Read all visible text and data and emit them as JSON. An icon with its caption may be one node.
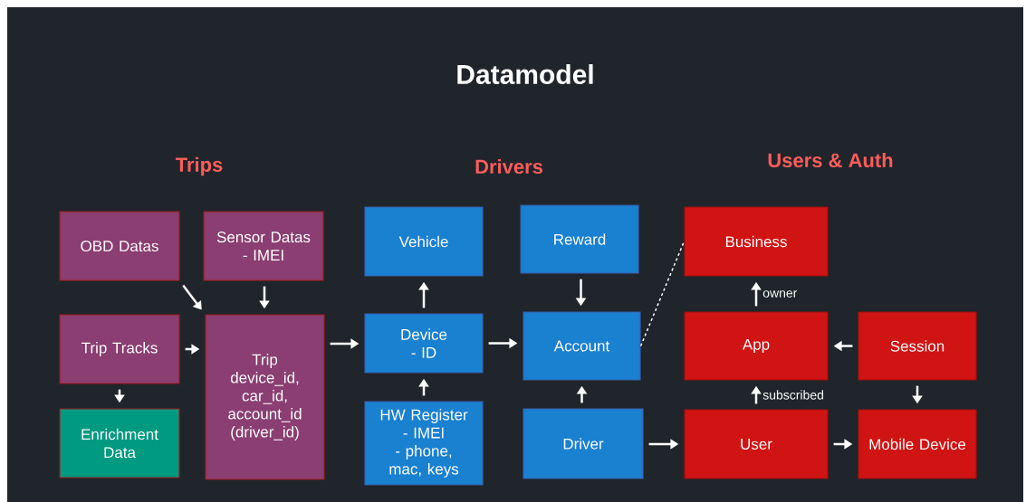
{
  "diagram": {
    "title": "Datamodel",
    "nodes": [
      {
        "text": [
          "OBD Datas"
        ]
      },
      {
        "text": [
          "Sensor Datas",
          "- IMEI"
        ]
      },
      {
        "text": [
          "Trip Tracks"
        ]
      },
      {
        "text": [
          "Enrichment Data"
        ]
      },
      {
        "text": [
          "Trip",
          "device_id, car_id, account_id (driver_id)"
        ]
      },
      {
        "text": [
          "Vehicle"
        ]
      },
      {
        "text": [
          "Device",
          "- ID"
        ]
      },
      {
        "text": [
          "HW Register",
          "- IMEI",
          "- phone, mac, keys"
        ]
      },
      {
        "text": [
          "Reward"
        ]
      },
      {
        "text": [
          "Account"
        ]
      },
      {
        "text": [
          "Driver"
        ]
      },
      {
        "text": [
          "Business"
        ]
      },
      {
        "text": [
          "App"
        ]
      },
      {
        "text": [
          "Session"
        ]
      },
      {
        "text": [
          "User"
        ]
      },
      {
        "text": [
          "Mobile Device"
        ]
      }
    ],
    "edges": [
      {
        "from": 0,
        "to": 4,
        "arrow": "to"
      },
      {
        "from": 1,
        "to": 4,
        "arrow": "to"
      },
      {
        "from": 2,
        "to": 4,
        "arrow": "to"
      },
      {
        "from": 2,
        "to": 3,
        "arrow": "to"
      },
      {
        "from": 4,
        "to": 6,
        "arrow": "to"
      },
      {
        "from": 6,
        "to": 5,
        "arrow": "to"
      },
      {
        "from": 7,
        "to": 6,
        "arrow": "to"
      },
      {
        "from": 6,
        "to": 9,
        "arrow": "to"
      },
      {
        "from": 8,
        "to": 9,
        "arrow": "to"
      },
      {
        "from": 10,
        "to": 9,
        "arrow": "to"
      },
      {
        "from": 9,
        "to": 11,
        "arrow": "none",
        "style": "dashed"
      },
      {
        "from": 12,
        "to": 11,
        "arrow": "to",
        "label": "owner"
      },
      {
        "from": 13,
        "to": 12,
        "arrow": "to"
      },
      {
        "from": 14,
        "to": 12,
        "arrow": "to",
        "label": "subscribed"
      },
      {
        "from": 10,
        "to": 14,
        "arrow": "to"
      },
      {
        "from": 14,
        "to": 15,
        "arrow": "to"
      },
      {
        "from": 13,
        "to": 15,
        "arrow": "to"
      }
    ],
    "labels": [
      "Trips",
      "Drivers",
      "Users & Auth"
    ]
  }
}
